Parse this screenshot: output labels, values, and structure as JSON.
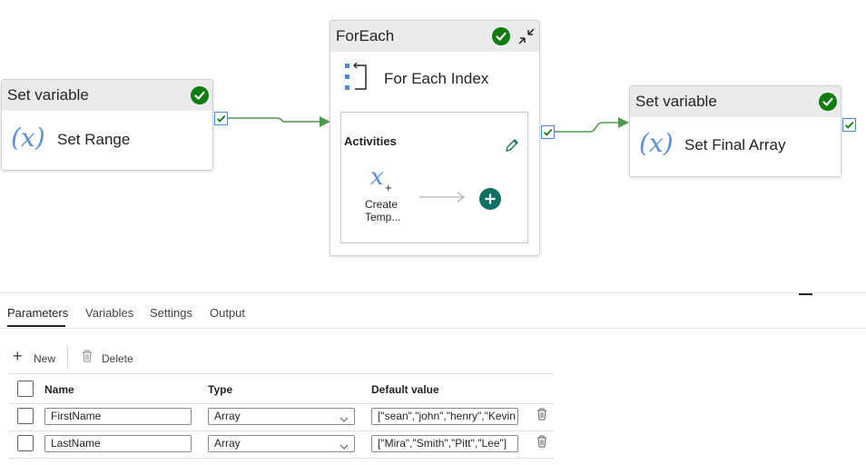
{
  "canvas": {
    "node1": {
      "type": "Set variable",
      "name": "Set Range",
      "icon": "variable-icon"
    },
    "foreach": {
      "type": "ForEach",
      "name": "For Each Index",
      "activities_label": "Activities",
      "inner_activity_line1": "Create",
      "inner_activity_line2": "Temp..."
    },
    "node3": {
      "type": "Set variable",
      "name": "Set Final Array",
      "icon": "variable-icon"
    },
    "variable_symbol": "(x)",
    "inner_symbol": "x"
  },
  "tabs": [
    {
      "label": "Parameters",
      "active": true
    },
    {
      "label": "Variables"
    },
    {
      "label": "Settings"
    },
    {
      "label": "Output"
    }
  ],
  "toolbar": {
    "new_label": "New",
    "delete_label": "Delete"
  },
  "grid": {
    "headers": {
      "name": "Name",
      "type": "Type",
      "default": "Default value"
    },
    "rows": [
      {
        "name": "FirstName",
        "type": "Array",
        "default": "[\"sean\",\"john\",\"henry\",\"Kevin"
      },
      {
        "name": "LastName",
        "type": "Array",
        "default": "[\"Mira\",\"Smith\",\"Pitt\",\"Lee\"]"
      }
    ]
  },
  "colors": {
    "success": "#107c10",
    "connector": "#4f9a4f",
    "add_button": "#0f7063",
    "accent_blue": "#4a8dd6"
  }
}
